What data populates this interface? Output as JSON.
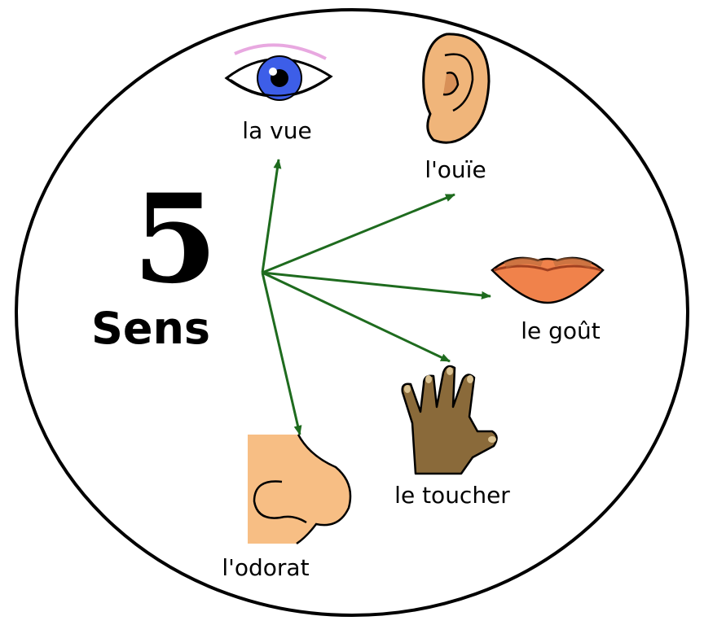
{
  "title": {
    "number": "5",
    "word": "Sens"
  },
  "senses": [
    {
      "id": "vue",
      "label": "la vue",
      "icon": "eye-icon"
    },
    {
      "id": "ouie",
      "label": "l'ouïe",
      "icon": "ear-icon"
    },
    {
      "id": "gout",
      "label": "le goût",
      "icon": "lips-icon"
    },
    {
      "id": "toucher",
      "label": "le toucher",
      "icon": "hand-icon"
    },
    {
      "id": "odorat",
      "label": "l'odorat",
      "icon": "nose-icon"
    }
  ],
  "colors": {
    "arrow": "#1e6b1e",
    "outline": "#000000",
    "iris": "#3d5ee8",
    "skin": "#f7be84",
    "ear": "#f0b57a",
    "lips": "#f0824b",
    "hand": "#8a6a3a",
    "eyebrow": "#e8a8e0"
  }
}
